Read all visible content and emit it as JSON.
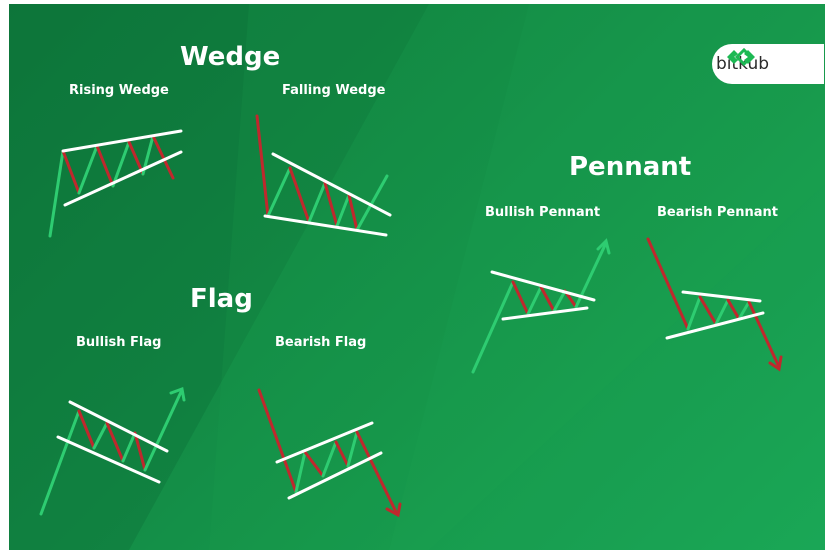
{
  "sections": {
    "wedge": {
      "title": "Wedge",
      "left_label": "Rising Wedge",
      "right_label": "Falling Wedge"
    },
    "flag": {
      "title": "Flag",
      "left_label": "Bullish Flag",
      "right_label": "Bearish Flag"
    },
    "pennant": {
      "title": "Pennant",
      "left_label": "Bullish Pennant",
      "right_label": "Bearish Pennant"
    }
  },
  "logo": {
    "text": "bitkub"
  },
  "colors": {
    "background": "#139046",
    "bullish": "#2ecc71",
    "bearish": "#c0282d",
    "trendline": "#ffffff"
  }
}
